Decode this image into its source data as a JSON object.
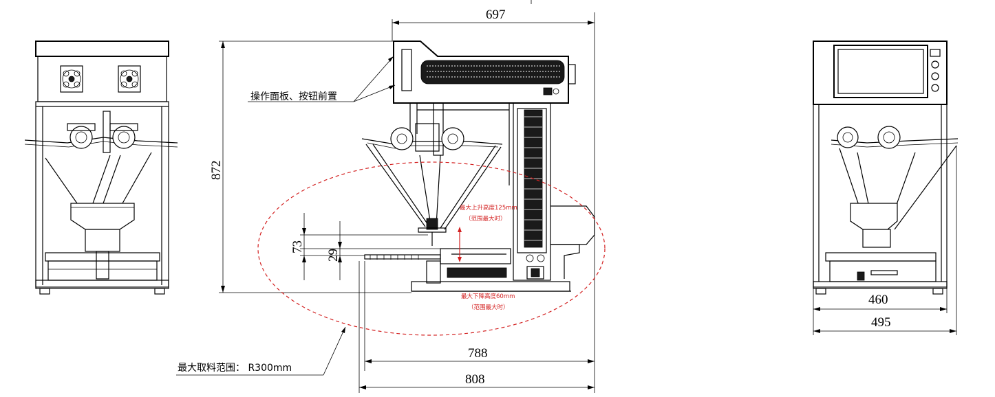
{
  "dimensions": {
    "top_width": "697",
    "height": "872",
    "width_788": "788",
    "width_808": "808",
    "rise_73": "73",
    "drop_29": "29",
    "right_460": "460",
    "right_495": "495"
  },
  "annotations": {
    "control_panel": "操作面板、按钮前置",
    "max_reach": "最大取料范围： R300mm",
    "max_rise_line1": "最大上升高度125mm",
    "max_rise_line2": "（范围最大时）",
    "max_drop_line1": "最大下降高度60mm",
    "max_drop_line2": "（范围最大时）"
  },
  "colors": {
    "line": "#000000",
    "range_ellipse": "#d32020",
    "background": "#ffffff"
  }
}
